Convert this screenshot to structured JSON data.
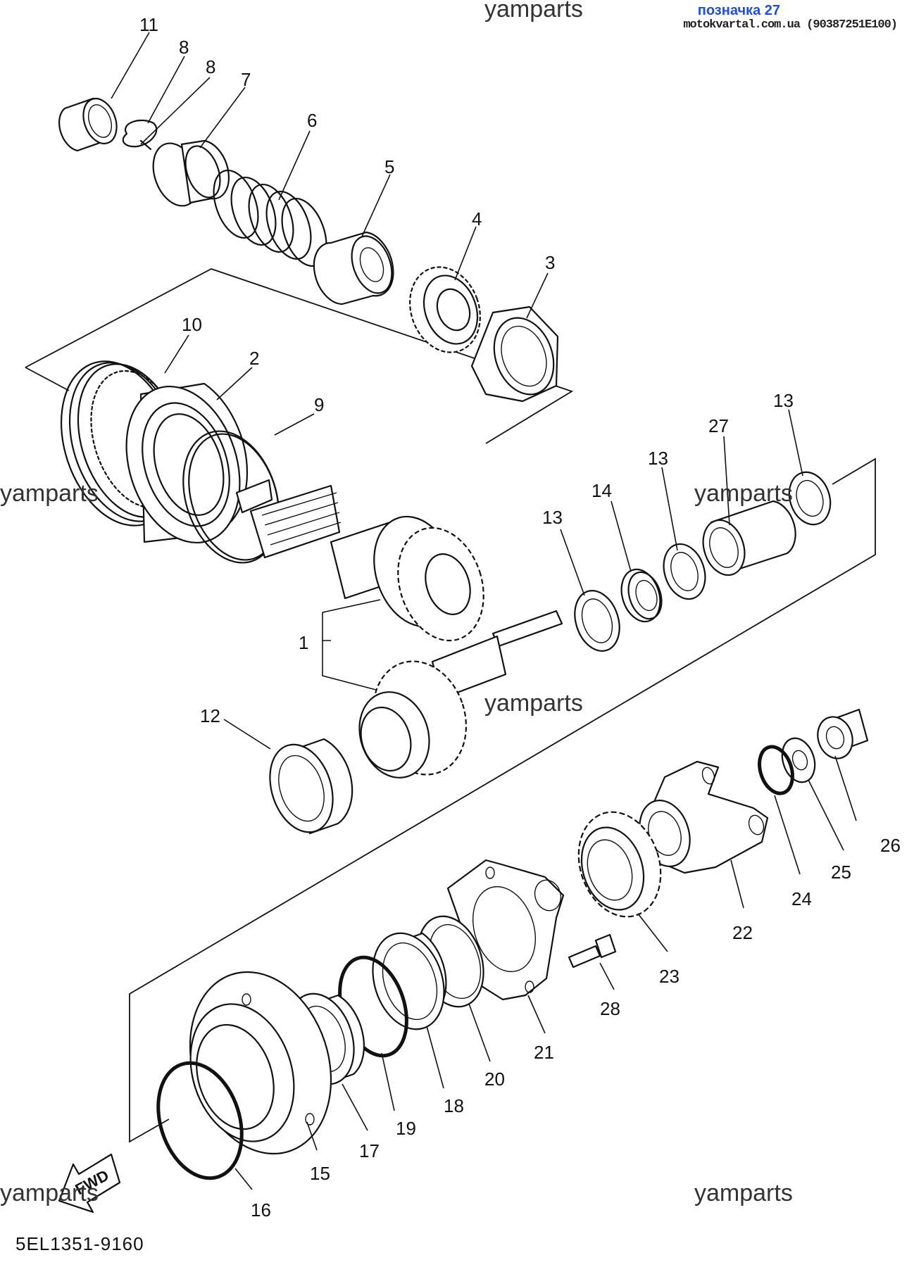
{
  "watermark": "yamparts",
  "top_note": {
    "title": "позначка 27",
    "source": "motokvartal.com.ua (90387251E100)"
  },
  "figure_code": "5EL1351-9160",
  "direction_arrow": "FWD",
  "callouts": {
    "p1": "1",
    "p2": "2",
    "p3": "3",
    "p4": "4",
    "p5": "5",
    "p6": "6",
    "p7": "7",
    "p8a": "8",
    "p8b": "8",
    "p9": "9",
    "p10": "10",
    "p11": "11",
    "p12": "12",
    "p13a": "13",
    "p13b": "13",
    "p13c": "13",
    "p14": "14",
    "p15": "15",
    "p16": "16",
    "p17": "17",
    "p18": "18",
    "p19": "19",
    "p20": "20",
    "p21": "21",
    "p22": "22",
    "p23": "23",
    "p24": "24",
    "p25": "25",
    "p26": "26",
    "p27": "27",
    "p28": "28"
  }
}
